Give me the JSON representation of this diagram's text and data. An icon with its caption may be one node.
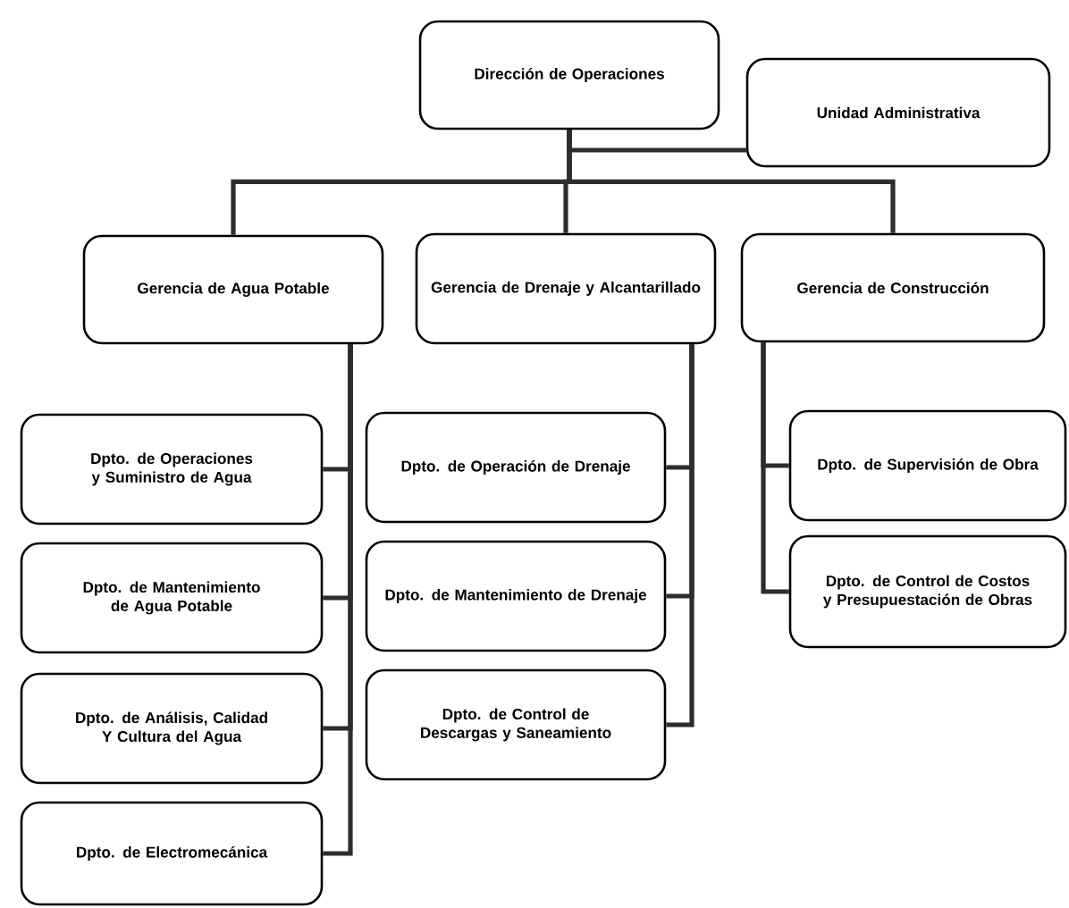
{
  "diagram": {
    "nodes": [
      {
        "text": [
          "Dirección de Operaciones"
        ]
      },
      {
        "text": [
          "Unidad Administrativa"
        ]
      },
      {
        "text": [
          "Gerencia de Agua Potable"
        ]
      },
      {
        "text": [
          "Gerencia de Drenaje y Alcantarillado"
        ]
      },
      {
        "text": [
          "Gerencia de Construcción"
        ]
      },
      {
        "text": [
          "Dpto. de Operaciones y Suministro de Agua"
        ]
      },
      {
        "text": [
          "Dpto. de Mantenimiento de Agua Potable"
        ]
      },
      {
        "text": [
          "Dpto. de Análisis, Calidad Y Cultura del Agua"
        ]
      },
      {
        "text": [
          "Dpto. de Electromecánica"
        ]
      },
      {
        "text": [
          "Dpto. de Operación de Drenaje"
        ]
      },
      {
        "text": [
          "Dpto. de Mantenimiento de Drenaje"
        ]
      },
      {
        "text": [
          "Dpto. de Control de Descargas y Saneamiento"
        ]
      },
      {
        "text": [
          "Dpto. de Supervisión de Obra"
        ]
      },
      {
        "text": [
          "Dpto. de Control de Costos y Presupuestación de Obras"
        ]
      }
    ],
    "edges": [
      {
        "from": 0,
        "to": 1,
        "arrow": "none"
      },
      {
        "from": 0,
        "to": 2,
        "arrow": "none"
      },
      {
        "from": 0,
        "to": 3,
        "arrow": "none"
      },
      {
        "from": 0,
        "to": 4,
        "arrow": "none"
      },
      {
        "from": 2,
        "to": 5,
        "arrow": "none"
      },
      {
        "from": 2,
        "to": 6,
        "arrow": "none"
      },
      {
        "from": 2,
        "to": 7,
        "arrow": "none"
      },
      {
        "from": 2,
        "to": 8,
        "arrow": "none"
      },
      {
        "from": 3,
        "to": 9,
        "arrow": "none"
      },
      {
        "from": 3,
        "to": 10,
        "arrow": "none"
      },
      {
        "from": 3,
        "to": 11,
        "arrow": "none"
      },
      {
        "from": 4,
        "to": 12,
        "arrow": "none"
      },
      {
        "from": 4,
        "to": 13,
        "arrow": "none"
      }
    ]
  }
}
